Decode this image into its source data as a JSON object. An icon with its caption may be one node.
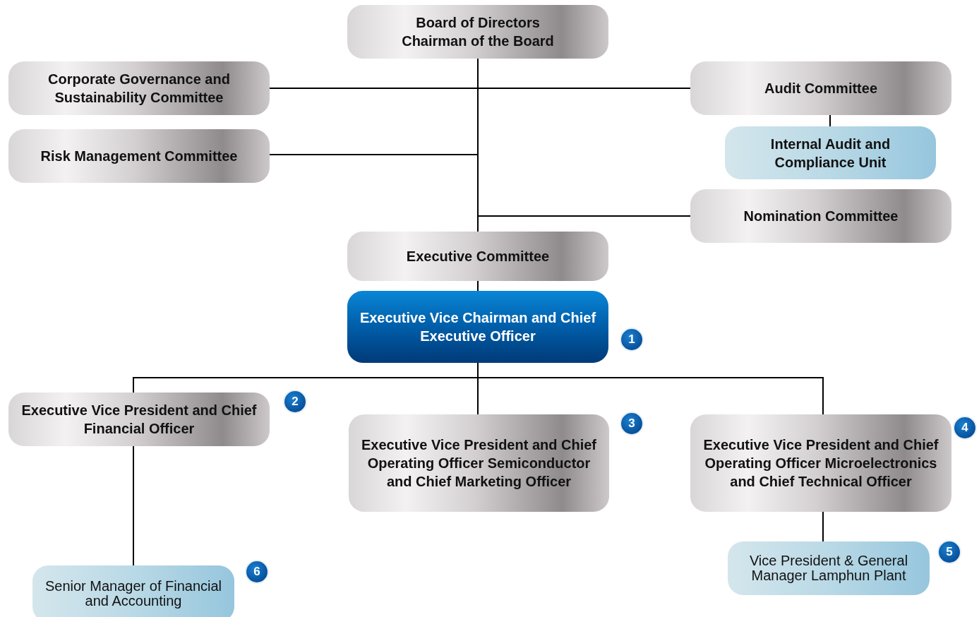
{
  "diagram": {
    "nodes": [
      {
        "text": [
          "Board of Directors",
          "Chairman of the Board"
        ]
      },
      {
        "text": [
          "Corporate Governance and Sustainability Committee"
        ]
      },
      {
        "text": [
          "Risk Management Committee"
        ]
      },
      {
        "text": [
          "Audit Committee"
        ]
      },
      {
        "text": [
          "Internal Audit and Compliance Unit"
        ]
      },
      {
        "text": [
          "Nomination Committee"
        ]
      },
      {
        "text": [
          "Executive Committee"
        ]
      },
      {
        "text": [
          "Executive Vice Chairman and Chief Executive Officer"
        ]
      },
      {
        "text": [
          "Executive Vice President and Chief Financial Officer"
        ]
      },
      {
        "text": [
          "Executive Vice President and Chief Operating Officer Semiconductor and Chief Marketing Officer"
        ]
      },
      {
        "text": [
          "Executive Vice President and Chief Operating Officer Microelectronics and Chief Technical Officer"
        ]
      },
      {
        "text": [
          "Vice President & General Manager Lamphun Plant"
        ]
      },
      {
        "text": [
          "Senior Manager of Financial and Accounting"
        ]
      }
    ],
    "edges": [
      {
        "from": 0,
        "to": 1,
        "arrow": "none"
      },
      {
        "from": 0,
        "to": 3,
        "arrow": "none"
      },
      {
        "from": 0,
        "to": 2,
        "arrow": "none"
      },
      {
        "from": 0,
        "to": 5,
        "arrow": "none"
      },
      {
        "from": 0,
        "to": 6,
        "arrow": "none"
      },
      {
        "from": 3,
        "to": 4,
        "arrow": "none"
      },
      {
        "from": 6,
        "to": 7,
        "arrow": "none"
      },
      {
        "from": 7,
        "to": 8,
        "arrow": "none"
      },
      {
        "from": 7,
        "to": 9,
        "arrow": "none"
      },
      {
        "from": 7,
        "to": 10,
        "arrow": "none"
      },
      {
        "from": 8,
        "to": 12,
        "arrow": "none"
      },
      {
        "from": 10,
        "to": 11,
        "arrow": "none"
      }
    ],
    "labels": [
      "1",
      "2",
      "3",
      "4",
      "5",
      "6"
    ]
  }
}
